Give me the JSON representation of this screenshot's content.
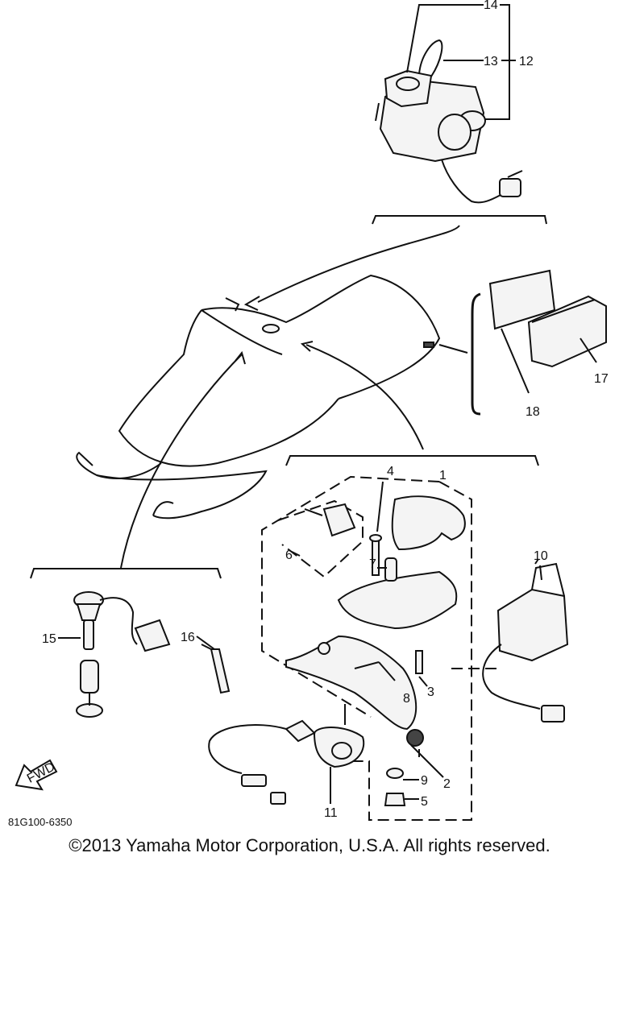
{
  "callouts": {
    "c1": "1",
    "c2": "2",
    "c3": "3",
    "c4": "4",
    "c5": "5",
    "c6": "6",
    "c7": "7",
    "c8": "8",
    "c9": "9",
    "c10": "10",
    "c11": "11",
    "c12": "12",
    "c13": "13",
    "c14": "14",
    "c15": "15",
    "c16": "16",
    "c17": "17",
    "c18": "18"
  },
  "fwd_label": "FWD",
  "diagram_code": "81G100-6350",
  "copyright": "©2013 Yamaha Motor Corporation, U.S.A. All rights reserved."
}
